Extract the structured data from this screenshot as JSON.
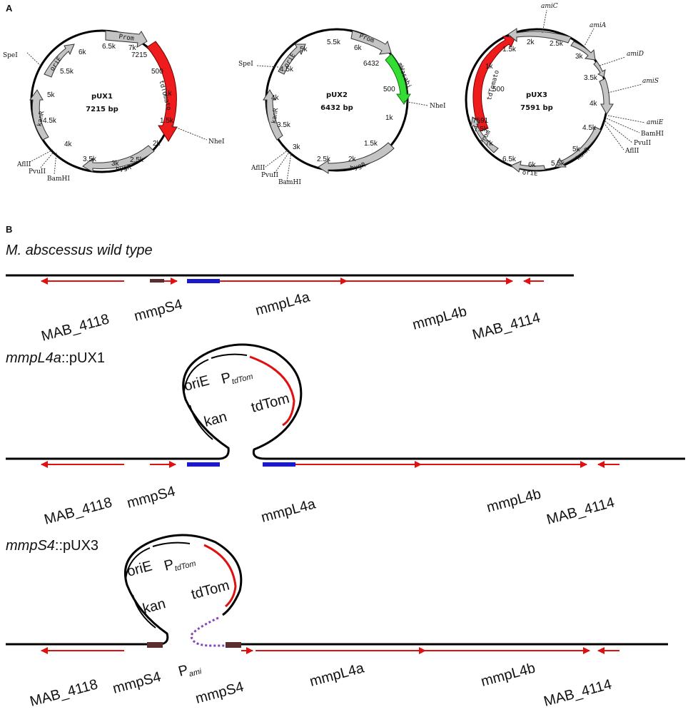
{
  "panels": {
    "a": "A",
    "b": "B"
  },
  "colors": {
    "gray_arrow": "#bdbdbd",
    "tdTomato": "#ee1c1c",
    "mWasabi": "#22dd22",
    "red_gene": "#e01010",
    "blue_region": "#1a1acc",
    "mmpS4_box": "#5a2e2e",
    "dotted_promoter": "#8844bb"
  },
  "plasmids": [
    {
      "id": "pux1",
      "name": "pUX1",
      "size": "7215 bp",
      "ticks": [
        "500",
        "1k",
        "1.5k",
        "2k",
        "2.5k",
        "3k",
        "3.5k",
        "4k",
        "4.5k",
        "5k",
        "5.5k",
        "6k",
        "6.5k",
        "7k",
        "7215"
      ],
      "features": [
        "Prom",
        "tdTomato",
        "hygR",
        "kanR",
        "oriE"
      ],
      "sites": [
        "NheI",
        "SpeI",
        "AflII",
        "PvuII",
        "BamHI"
      ]
    },
    {
      "id": "pux2",
      "name": "pUX2",
      "size": "6432 bp",
      "ticks": [
        "500",
        "1k",
        "1.5k",
        "2k",
        "2.5k",
        "3k",
        "3.5k",
        "4k",
        "4.5k",
        "5k",
        "5.5k",
        "6k",
        "6432"
      ],
      "features": [
        "Prom",
        "mWasabi",
        "hygR",
        "kanR",
        "oriE"
      ],
      "sites": [
        "NheI",
        "SpeI",
        "AflII",
        "PvuII",
        "BamHI"
      ]
    },
    {
      "id": "pux3",
      "name": "pUX3",
      "size": "7591 bp",
      "ticks": [
        "500",
        "1k",
        "1.5k",
        "2k",
        "2.5k",
        "3k",
        "3.5k",
        "4k",
        "4.5k",
        "5k",
        "5.5k",
        "6k",
        "6.5k",
        "7k",
        "7.5k",
        "7591"
      ],
      "features": [
        "tdTomato",
        "Prom",
        "kanR",
        "oriE"
      ],
      "genes": [
        "amiC",
        "amiA",
        "amiD",
        "amiS",
        "amiE"
      ],
      "sites": [
        "BamHI",
        "PvuII",
        "AflII"
      ]
    }
  ],
  "maps": [
    {
      "title": "M. abscessus wild type",
      "labels": [
        "MAB_4118",
        "mmpS4",
        "mmpL4a",
        "mmpL4b",
        "MAB_4114"
      ]
    },
    {
      "title_gene": "mmpL4a",
      "title_rest": "::pUX1",
      "loop": {
        "ori": "oriE",
        "p": "P",
        "p_sub": "tdTom",
        "kan": "kan",
        "td": "tdTom"
      },
      "labels": [
        "MAB_4118",
        "mmpS4",
        "mmpL4a",
        "mmpL4b",
        "MAB_4114"
      ]
    },
    {
      "title_gene": "mmpS4",
      "title_rest": "::pUX3",
      "loop": {
        "ori": "oriE",
        "p": "P",
        "p_sub": "tdTom",
        "kan": "kan",
        "td": "tdTom"
      },
      "pami": "P",
      "pami_sub": "ami",
      "labels": [
        "MAB_4118",
        "mmpS4",
        "mmpS4",
        "mmpL4a",
        "mmpL4b",
        "MAB_4114"
      ]
    }
  ]
}
